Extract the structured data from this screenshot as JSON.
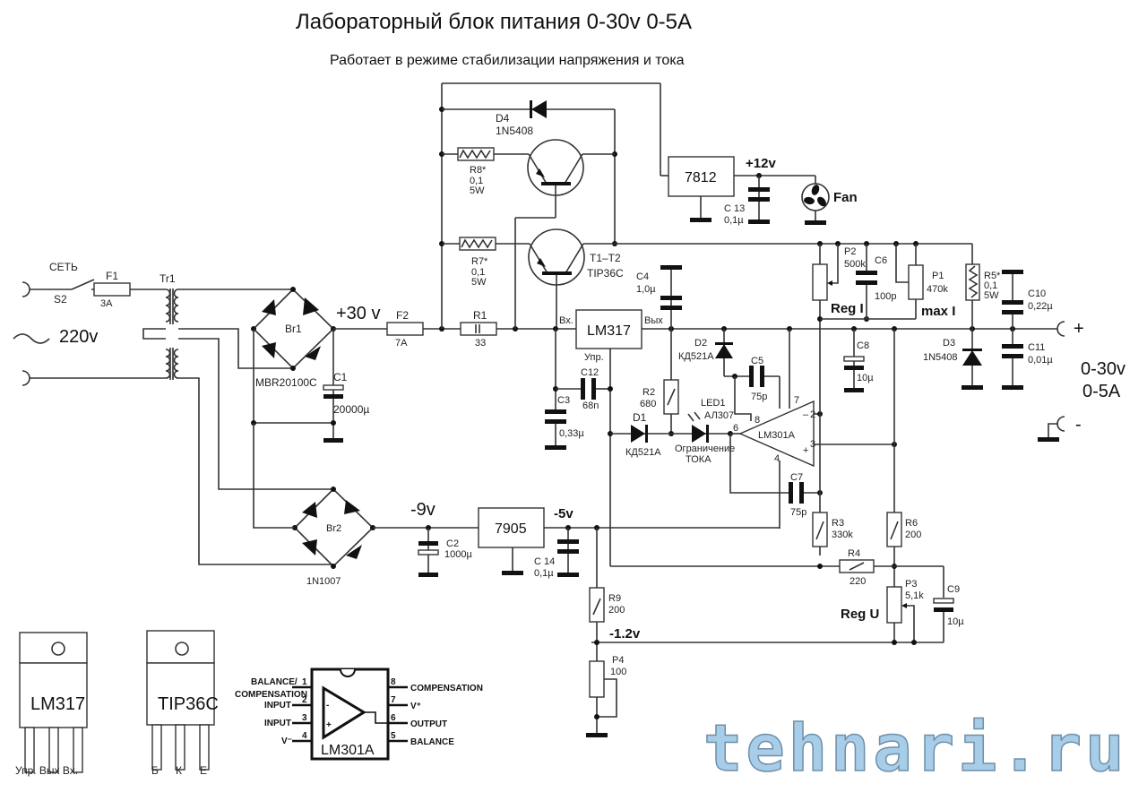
{
  "header": {
    "title": "Лабораторный блок питания  0-30v  0-5A",
    "subtitle": "Работает в режиме стабилизации напряжения и тока"
  },
  "mains": {
    "switch_label": "СЕТЬ",
    "switch_ref": "S2",
    "voltage": "220v",
    "fuse": {
      "ref": "F1",
      "value": "3A"
    },
    "transformer": "Tr1"
  },
  "main_rectifier": {
    "bridge": "Br1",
    "part": "MBR20100C",
    "voltage": "+30 v",
    "cap": {
      "ref": "C1",
      "value": "20000µ"
    }
  },
  "main_path": {
    "fuse": {
      "ref": "F2",
      "value": "7A"
    },
    "resistor": {
      "ref": "R1",
      "value": "33"
    }
  },
  "pass_transistors": {
    "r8": {
      "ref": "R8*",
      "value": "0,1",
      "power": "5W"
    },
    "r7": {
      "ref": "R7*",
      "value": "0,1",
      "power": "5W"
    },
    "label": "T1–T2",
    "part": "TIP36C",
    "diode": {
      "ref": "D4",
      "part": "1N5408"
    }
  },
  "fan_supply": {
    "regulator": "7812",
    "voltage": "+12v",
    "cap": {
      "ref": "C 13",
      "value": "0,1µ"
    },
    "fan": "Fan"
  },
  "regulator": {
    "part": "LM317",
    "pin_in": "Вх.",
    "pin_out": "Вых",
    "pin_adj": "Упр.",
    "c4": {
      "ref": "C4",
      "value": "1,0µ"
    },
    "c12": {
      "ref": "C12",
      "value": "68n"
    },
    "c3": {
      "ref": "C3",
      "value": "0,33µ"
    },
    "r2": {
      "ref": "R2",
      "value": "680"
    }
  },
  "control": {
    "d1": {
      "ref": "D1",
      "part": "КД521А"
    },
    "d2": {
      "ref": "D2",
      "part": "КД521А"
    },
    "led": {
      "ref": "LED1",
      "part": "АЛ307",
      "note1": "Ограничение",
      "note2": "ТОКА"
    },
    "opamp": "LM301A",
    "c5": {
      "ref": "C5",
      "value": "75p"
    },
    "c7": {
      "ref": "C7",
      "value": "75p"
    },
    "c8": {
      "ref": "C8",
      "value": "10µ"
    },
    "pins": {
      "p7": "7",
      "p2": "2",
      "p3": "3",
      "p8": "8",
      "p6": "6",
      "p4": "4",
      "minus": "–",
      "plus": "+"
    }
  },
  "current_set": {
    "p2": {
      "ref": "P2",
      "value": "500k",
      "label": "Reg I"
    },
    "c6": {
      "ref": "C6",
      "value": "100p"
    },
    "p1": {
      "ref": "P1",
      "value": "470k",
      "label": "max I"
    },
    "r5": {
      "ref": "R5*",
      "value": "0,1",
      "power": "5W"
    }
  },
  "output": {
    "d3": {
      "ref": "D3",
      "part": "1N5408"
    },
    "c10": {
      "ref": "C10",
      "value": "0,22µ"
    },
    "c11": {
      "ref": "C11",
      "value": "0,01µ"
    },
    "plus": "+",
    "minus": "-",
    "range_v": "0-30v",
    "range_a": "0-5A"
  },
  "voltage_set": {
    "r3": {
      "ref": "R3",
      "value": "330k"
    },
    "r6": {
      "ref": "R6",
      "value": "200"
    },
    "r4": {
      "ref": "R4",
      "value": "220"
    },
    "p3": {
      "ref": "P3",
      "value": "5,1k",
      "label": "Reg U"
    },
    "c9": {
      "ref": "C9",
      "value": "10µ"
    }
  },
  "negative_supply": {
    "bridge": "Br2",
    "part": "1N1007",
    "voltage_in": "-9v",
    "c2": {
      "ref": "C2",
      "value": "1000µ"
    },
    "regulator": "7905",
    "voltage_out": "-5v",
    "c14": {
      "ref": "C 14",
      "value": "0,1µ"
    },
    "r9": {
      "ref": "R9",
      "value": "200"
    },
    "ref_voltage": "-1.2v",
    "p4": {
      "ref": "P4",
      "value": "100"
    }
  },
  "pinouts": {
    "lm317": {
      "name": "LM317",
      "pins": "Упр. Вых Вх."
    },
    "tip36c": {
      "name": "TIP36C",
      "pins": [
        "Б",
        "К",
        "Е"
      ]
    },
    "lm301a": {
      "name": "LM301A",
      "left": [
        {
          "num": "1",
          "label": "BALANCE/"
        },
        {
          "num": "",
          "label": "COMPENSATION"
        },
        {
          "num": "2",
          "label": "INPUT"
        },
        {
          "num": "3",
          "label": "INPUT"
        },
        {
          "num": "4",
          "label": "V⁻"
        }
      ],
      "right": [
        {
          "num": "8",
          "label": "COMPENSATION"
        },
        {
          "num": "7",
          "label": "V⁺"
        },
        {
          "num": "6",
          "label": "OUTPUT"
        },
        {
          "num": "5",
          "label": "BALANCE"
        }
      ],
      "minus": "-",
      "plus": "+"
    }
  },
  "watermark": "tehnari.ru"
}
